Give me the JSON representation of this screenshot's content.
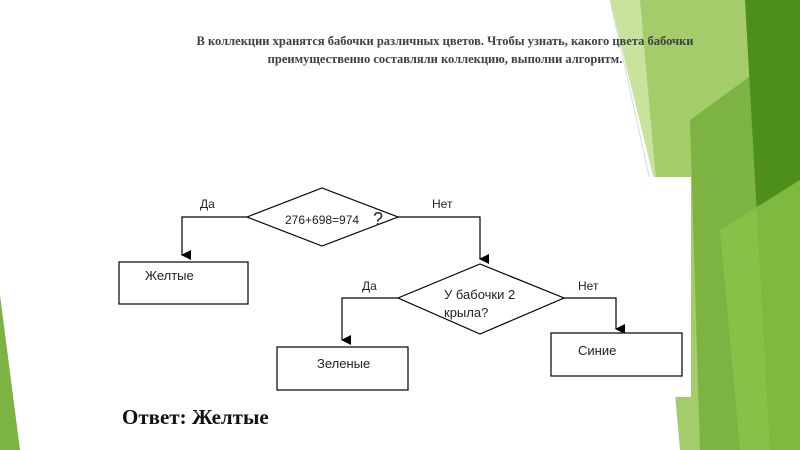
{
  "slide": {
    "title": "В коллекции хранятся бабочки различных цветов. Чтобы узнать, какого цвета бабочки преимущественно составляли коллекцию, выполни алгоритм.",
    "answer": "Ответ: Желтые"
  },
  "flowchart": {
    "decision1": {
      "text": "276+698=974",
      "mark": "?",
      "yes_label": "Да",
      "no_label": "Нет"
    },
    "decision2": {
      "line1": "У бабочки 2",
      "line2": "крыла?",
      "yes_label": "Да",
      "no_label": "Нет"
    },
    "box_yellow": "Желтые",
    "box_green": "Зеленые",
    "box_blue": "Синие"
  },
  "colors": {
    "decor_dark_green": "#4e8f1c",
    "decor_green": "#7cb342",
    "decor_light_green": "#a5cc6b",
    "decor_pale_green": "#c8e39d",
    "title_text": "#404040",
    "answer_text": "#111111"
  }
}
